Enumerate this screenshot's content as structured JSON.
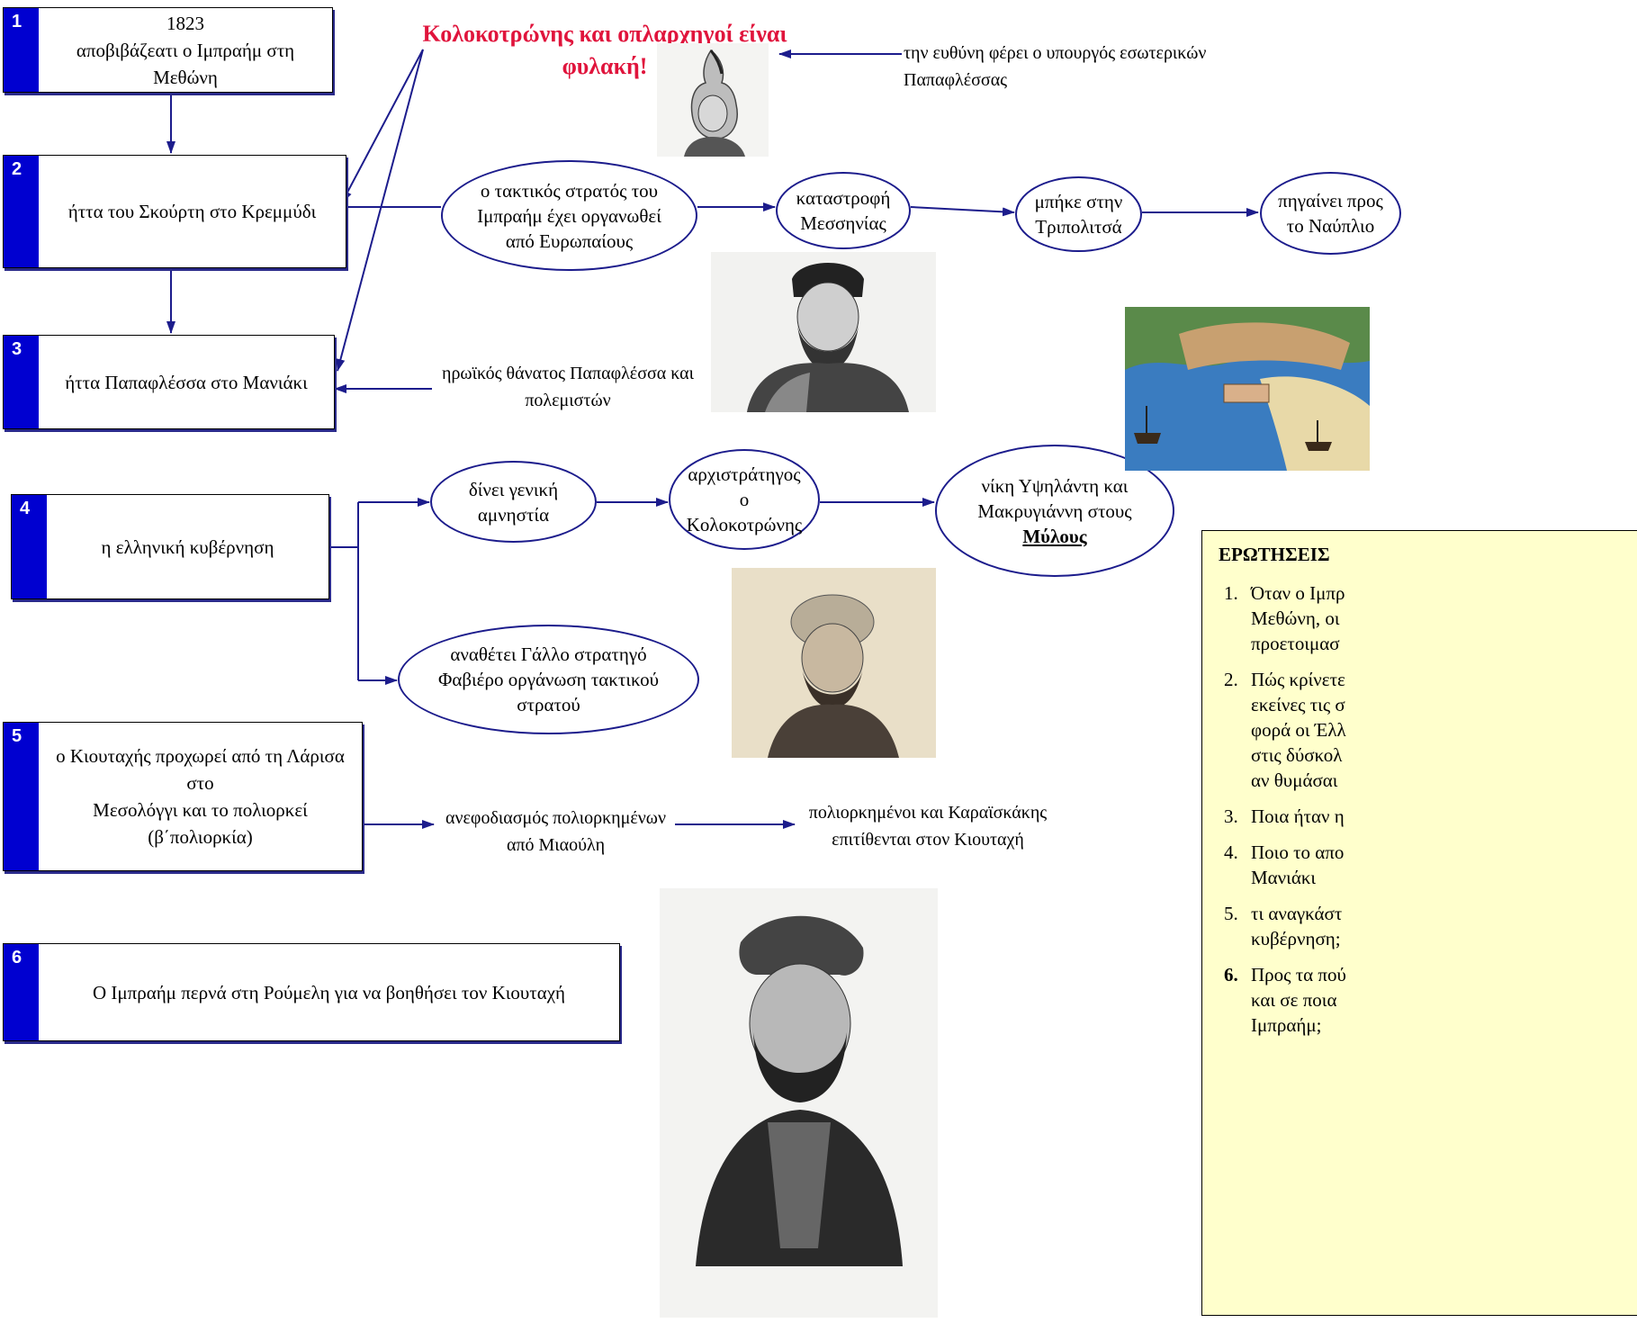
{
  "steps": [
    {
      "num": "1",
      "text": "1823\nαποβιβάζεατι ο Ιμπραήμ στη Μεθώνη"
    },
    {
      "num": "2",
      "text": "ήττα του Σκούρτη στο Κρεμμύδι"
    },
    {
      "num": "3",
      "text": "ήττα Παπαφλέσσα στο Μανιάκι"
    },
    {
      "num": "4",
      "text": "η ελληνική κυβέρνηση"
    },
    {
      "num": "5",
      "text": "ο Κιουταχής προχωρεί από τη Λάρισα στο\nΜεσολόγγι και το πολιορκεί\n(β΄πολιορκία)"
    },
    {
      "num": "6",
      "text": "Ο Ιμπραήμ περνά στη Ρούμελη για να βοηθήσει τον Κιουταχή"
    }
  ],
  "alert": "Κολοκοτρώνης και οπλαρχηγοί είναι\nφυλακή!",
  "responsibility": "την ευθύνη φέρει ο υπουργός εσωτερικών Παπαφλέσσας",
  "ovals": {
    "tactical_army": "ο τακτικός στρατός του\nΙμπραήμ έχει οργανωθεί\nαπό Ευρωπαίους",
    "messinia": "καταστροφή\nΜεσσηνίας",
    "tripolitsa": "μπήκε στην\nΤριπολιτσά",
    "nafplio": "πηγαίνει προς\nτο Ναύπλιο",
    "amnesty": "δίνει γενική\nαμνηστία",
    "commander": "αρχιστράτηγος\nο\nΚολοκοτρώνης",
    "victory": "νίκη Υψηλάντη και\nΜακρυγιάννη στους",
    "victory_place": "Μύλους",
    "fabvier": "αναθέτει Γάλλο στρατηγό\nΦαβιέρο οργάνωση τακτικού\nστρατού"
  },
  "labels": {
    "heroic_death": "ηρωϊκός θάνατος Παπαφλέσσα και\nπολεμιστών",
    "resupply": "ανεφοδιασμός πολιορκημένων\nαπό Μιαούλη",
    "attack": "πολιορκημένοι και Καραϊσκάκης\nεπιτίθενται στον Κιουταχή"
  },
  "questions": {
    "title": "ΕΡΩΤΗΣΕΙΣ",
    "items": [
      {
        "n": "1.",
        "text": "Όταν ο Ιμπρ\nΜεθώνη, οι\nπροετοιμασ",
        "bold": false
      },
      {
        "n": "2.",
        "text": "Πώς κρίνετε\nεκείνες τις σ\nφορά οι Έλλ\nστις δύσκολ\nαν θυμάσαι",
        "bold": false
      },
      {
        "n": "3.",
        "text": "Ποια ήταν η",
        "bold": false
      },
      {
        "n": "4.",
        "text": "Ποιο το απο\nΜανιάκι",
        "bold": false
      },
      {
        "n": "5.",
        "text": " τι αναγκάστ\nκυβέρνηση;",
        "bold": false
      },
      {
        "n": "6.",
        "text": "Προς τα πού\nκαι σε ποια \nΙμπραήμ;",
        "bold": true
      }
    ]
  },
  "images": {
    "portrait_helmet": "portrait-helmet",
    "portrait_papaflessas": "portrait-papaflessas",
    "mills_painting": "mills-painting",
    "portrait_turban": "portrait-turban",
    "portrait_ibrahim": "portrait-ibrahim"
  }
}
